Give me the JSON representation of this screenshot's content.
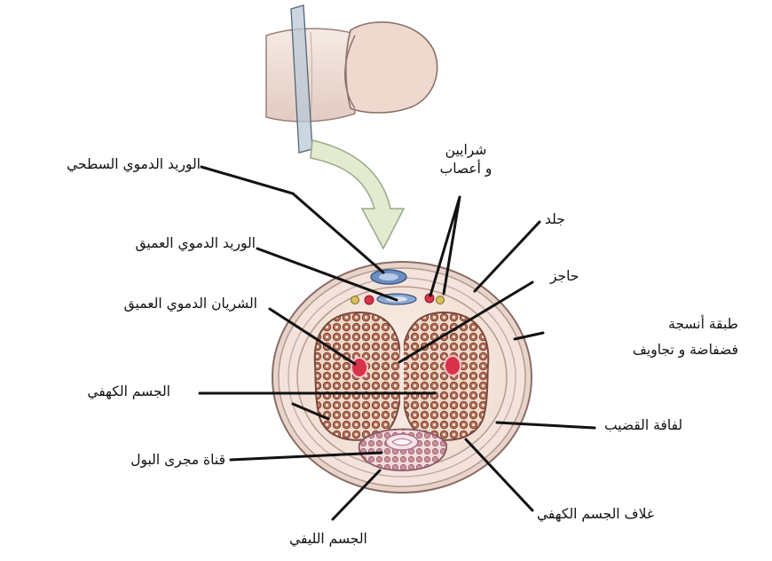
{
  "diagram": {
    "labels": {
      "superficial_vein": "الوريد الدموي السطحي",
      "arteries_nerves_line1": "شرايين",
      "arteries_nerves_line2": "و أعصاب",
      "skin": "جلد",
      "deep_vein": "الوريد الدموي العميق",
      "septum": "حاجز",
      "deep_artery": "الشريان الدموي العميق",
      "spongy_layer_line1": "طبقة أنسجة",
      "spongy_layer_line2": "فضفاضة و تجاويف",
      "corpus_cavernosum": "الجسم الكهفي",
      "tunica": "لفافة القضيب",
      "urethra": "قناة مجرى البول",
      "cavernosum_sheath": "غلاف الجسم الكهفي",
      "corpus_spongiosum": "الجسم الليفي"
    },
    "colors": {
      "skin": "#f3e3dc",
      "tissue": "#9c5a48",
      "artery": "#d8324a",
      "vein": "#6c8fc0",
      "arrow": "#e3ead0"
    }
  }
}
